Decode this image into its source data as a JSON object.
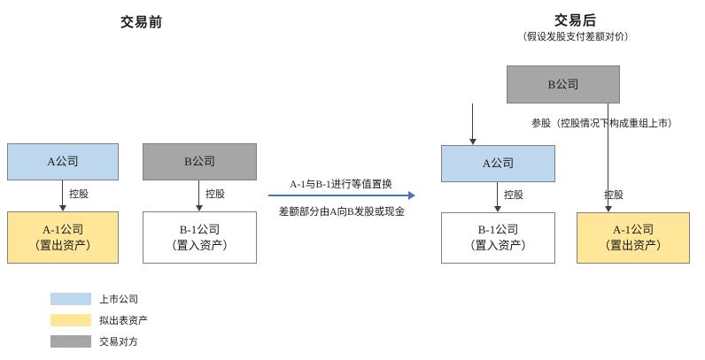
{
  "titles": {
    "before": "交易前",
    "after": "交易后",
    "after_subtitle": "（假设发股支付差额对价）"
  },
  "colors": {
    "listed_company": "#bdd7ee",
    "divest_asset": "#ffe699",
    "counterparty": "#a6a6a6",
    "plain": "#ffffff",
    "box_border": "#808080",
    "connector": "#3f3f3f",
    "exchange_arrow": "#4472c4"
  },
  "before": {
    "boxes": {
      "a": {
        "label": "A公司",
        "sub": ""
      },
      "a1": {
        "label": "A-1公司",
        "sub": "（置出资产）"
      },
      "b": {
        "label": "B公司",
        "sub": ""
      },
      "b1": {
        "label": "B-1公司",
        "sub": "（置入资产）"
      }
    },
    "connectors": {
      "a_to_a1": "控股",
      "b_to_b1": "控股"
    }
  },
  "center": {
    "text_top": "A-1与B-1进行等值置换",
    "text_bottom": "差额部分由A向B发股或现金"
  },
  "after": {
    "boxes": {
      "b": {
        "label": "B公司",
        "sub": ""
      },
      "a": {
        "label": "A公司",
        "sub": ""
      },
      "b1": {
        "label": "B-1公司",
        "sub": "（置入资产）"
      },
      "a1": {
        "label": "A-1公司",
        "sub": "（置出资产）"
      }
    },
    "connectors": {
      "b_to_a": "参股（控股情况下构成重组上市）",
      "b_to_a1": "控股",
      "a_to_b1": "控股"
    }
  },
  "legend": {
    "items": [
      {
        "label": "上市公司",
        "color": "#bdd7ee"
      },
      {
        "label": "拟出表资产",
        "color": "#ffe699"
      },
      {
        "label": "交易对方",
        "color": "#a6a6a6"
      }
    ]
  }
}
